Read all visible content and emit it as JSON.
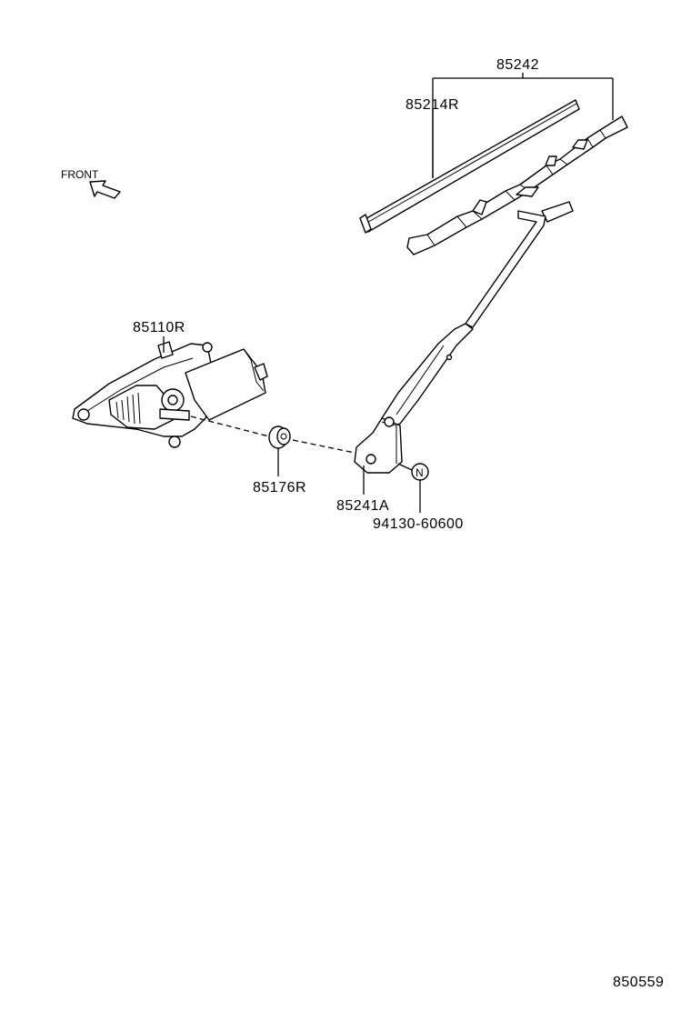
{
  "labels": {
    "blade_assembly": "85242",
    "blade_rubber": "85214R",
    "motor": "85110R",
    "pivot_cap": "85176R",
    "arm": "85241A",
    "nut": "94130-60600",
    "nut_marker": "N",
    "front": "FRONT",
    "diagram_id": "850559"
  }
}
